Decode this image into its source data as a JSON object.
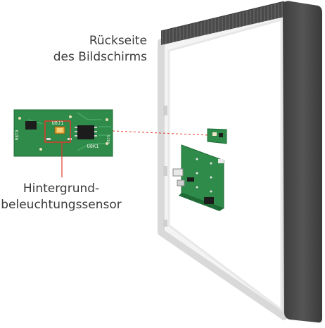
{
  "labels": {
    "back_of_screen": {
      "line1": "Rückseite",
      "line2": "des Bildschirms"
    },
    "sensor": {
      "line1": "Hintergrund-",
      "line2": "beleuchtungssensor"
    }
  },
  "pcb_markings": {
    "chip_label": "U8J1",
    "board_label": "U8K1",
    "side_label": "R8T9",
    "ref_label": "5J10"
  },
  "colors": {
    "frame_dark": "#4a4a4a",
    "frame_light": "#d9d9d9",
    "pcb_green": "#2e8b4a",
    "highlight_red": "#e03a2a",
    "text": "#3a3a3a"
  }
}
